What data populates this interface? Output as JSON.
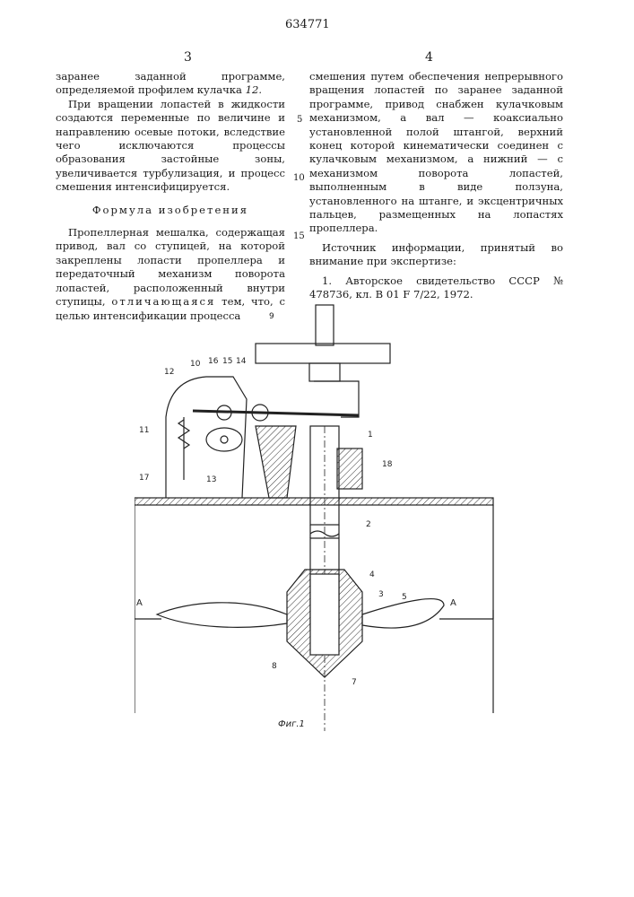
{
  "header": {
    "patent_number": "634771",
    "left_page": "3",
    "right_page": "4"
  },
  "line_numbers": [
    "5",
    "10",
    "15"
  ],
  "left_column": {
    "p1": "заранее заданной программе, определяемой профилем кулачка",
    "p1_ref": "12.",
    "p2": "При вращении лопастей в жидкости создаются переменные по величине и направлению осевые потоки, вследствие чего исключаются процессы образования застойные зоны, увеличивается турбулизация, и процесс смешения интенсифицируется.",
    "heading": "Формула изобретения",
    "claim": "Пропеллерная мешалка, содержащая привод, вал со ступицей, на которой закреплены лопасти пропеллера и передаточный механизм поворота лопастей, расположенный внутри ступицы,",
    "claim_spaced": "отличающаяся",
    "claim_end": "тем, что, с целью интенсификации процесса"
  },
  "right_column": {
    "p1": "смешения путем обеспечения непрерывного вращения лопастей по заранее заданной программе, привод снабжен кулачковым механизмом, а вал — коаксиально установленной полой штангой, верхний конец которой кинематически соединен с кулачковым механизмом, а нижний — с механизмом поворота лопастей, выполненным в виде ползуна, установленного на штанге, и эксцентричных пальцев, размещенных на лопастях пропеллера.",
    "source_title": "Источник информации, принятый во внимание при экспертизе:",
    "source_1": "1. Авторское свидетельство СССР № 478736, кл. В 01 F 7/22, 1972."
  },
  "figure": {
    "caption": "Фиг.1",
    "section_label_left": "А",
    "section_label_right": "А",
    "labels": [
      "9",
      "12",
      "10",
      "16",
      "15",
      "14",
      "11",
      "17",
      "13",
      "1",
      "18",
      "2",
      "4",
      "3",
      "5",
      "8",
      "7"
    ]
  }
}
